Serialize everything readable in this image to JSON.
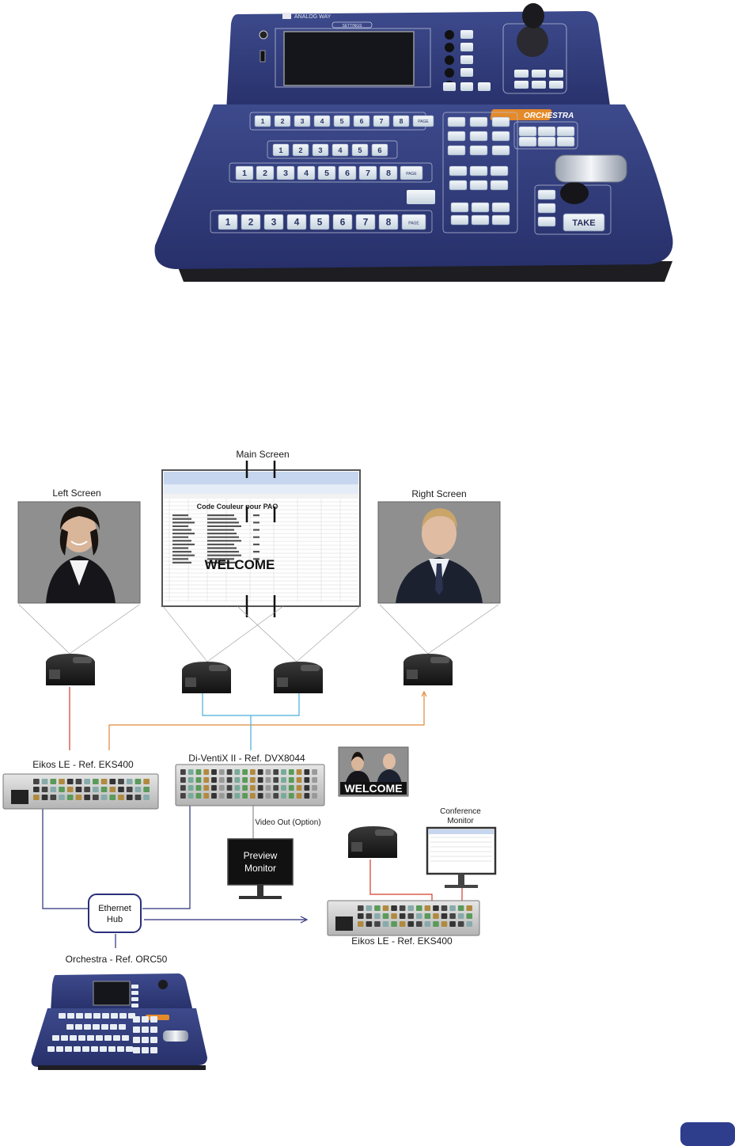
{
  "product": {
    "brand": "ANALOG WAY",
    "logo": "ORCHESTRA",
    "settings_label": "SETTINGS",
    "take_label": "TAKE",
    "page_label": "PAGE",
    "row1_keys": [
      "1",
      "2",
      "3",
      "4",
      "5",
      "6",
      "7",
      "8"
    ],
    "row2_keys": [
      "1",
      "2",
      "3",
      "4",
      "5",
      "6"
    ],
    "row3_keys": [
      "1",
      "2",
      "3",
      "4",
      "5",
      "6",
      "7",
      "8"
    ],
    "row4_keys": [
      "1",
      "2",
      "3",
      "4",
      "5",
      "6",
      "7",
      "8"
    ]
  },
  "diagram": {
    "main_screen_label": "Main Screen",
    "left_screen_label": "Left Screen",
    "right_screen_label": "Right Screen",
    "spreadsheet_title": "Code Couleur pour PAO",
    "welcome_text": "WELCOME",
    "eikos_left_label": "Eikos LE - Ref. EKS400",
    "diventix_label": "Di-VentiX II - Ref. DVX8044",
    "video_out_label": "Video Out (Option)",
    "preview_monitor_label": "Preview\nMonitor",
    "preview_line1": "Preview",
    "preview_line2": "Monitor",
    "conference_monitor_line1": "Conference",
    "conference_monitor_line2": "Monitor",
    "welcome_panel_text": "WELCOME",
    "ethernet_hub_line1": "Ethernet",
    "ethernet_hub_line2": "Hub",
    "eikos_right_label": "Eikos LE - Ref. EKS400",
    "orchestra_label": "Orchestra - Ref. ORC50"
  },
  "colors": {
    "console_blue": "#2e3a78",
    "link_red": "#d23a2a",
    "link_orange": "#e08a3a",
    "link_cyan": "#4aaed8",
    "link_navy": "#2a2f7a",
    "page_tab": "#2e3e8c"
  }
}
